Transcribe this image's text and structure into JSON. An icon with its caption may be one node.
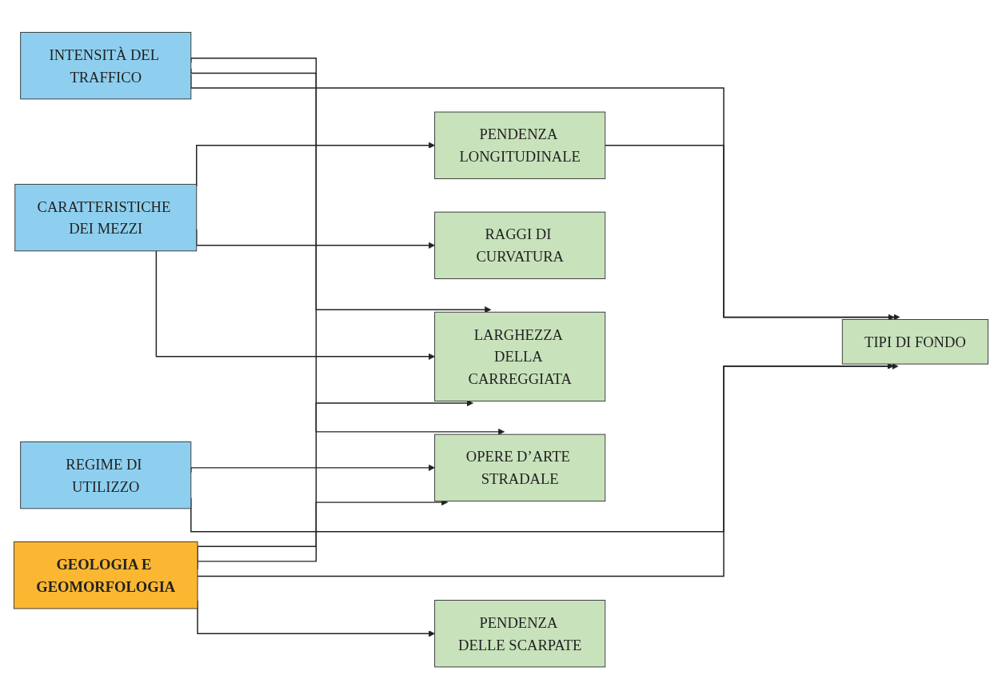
{
  "diagram": {
    "nodes": [
      {
        "text": [
          "CARATTERISTICHE DEI MEZZI"
        ]
      },
      {
        "text": [
          "INTENSITÀ DEL TRAFFICO"
        ]
      },
      {
        "text": [
          "REGIME DI UTILIZZO"
        ]
      },
      {
        "text": [
          "PENDENZA LONGITUDINALE"
        ]
      },
      {
        "text": [
          "RAGGI DI CURVATURA"
        ]
      },
      {
        "text": [
          "LARGHEZZA DELLA CARREGGIATA"
        ]
      },
      {
        "text": [
          "OPERE D’ARTE STRADALE"
        ]
      },
      {
        "text": [
          "TIPI DI FONDO"
        ]
      },
      {
        "text": [
          "PENDENZA DELLE SCARPATE"
        ]
      },
      {
        "text": [
          "GEOLOGIA E GEOMORFOLOGIA"
        ]
      }
    ],
    "edges": [
      {
        "from": 0,
        "to": 3,
        "arrow": "to"
      },
      {
        "from": 0,
        "to": 4,
        "arrow": "to"
      },
      {
        "from": 0,
        "to": 5,
        "arrow": "to"
      },
      {
        "from": 1,
        "to": 5,
        "arrow": "to"
      },
      {
        "from": 1,
        "to": 6,
        "arrow": "to"
      },
      {
        "from": 1,
        "to": 7,
        "arrow": "to"
      },
      {
        "from": 2,
        "to": 6,
        "arrow": "to"
      },
      {
        "from": 2,
        "to": 7,
        "arrow": "to"
      },
      {
        "from": 3,
        "to": 7,
        "arrow": "to"
      },
      {
        "from": 9,
        "to": 5,
        "arrow": "to"
      },
      {
        "from": 9,
        "to": 6,
        "arrow": "to"
      },
      {
        "from": 9,
        "to": 7,
        "arrow": "to"
      },
      {
        "from": 9,
        "to": 8,
        "arrow": "to"
      }
    ]
  }
}
